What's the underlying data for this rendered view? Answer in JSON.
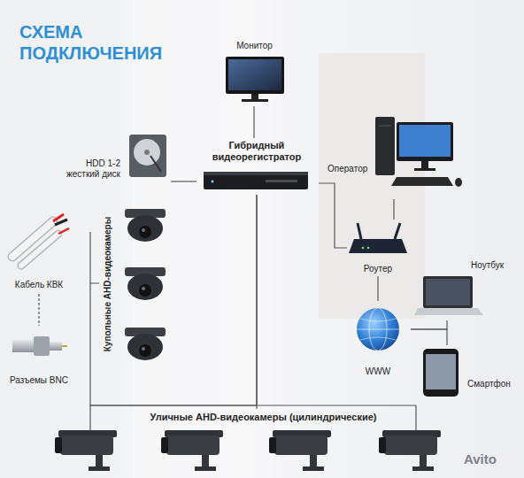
{
  "diagram": {
    "title": "СХЕМА ПОДКЛЮЧЕНИЯ",
    "nodes": [
      {
        "text": [
          "Монитор"
        ]
      },
      {
        "text": [
          "Гибридный видеорегистратор"
        ]
      },
      {
        "text": [
          "HDD 1-2 жесткий диск"
        ]
      },
      {
        "text": [
          "Оператор"
        ]
      },
      {
        "text": [
          "Роутер"
        ]
      },
      {
        "text": [
          "Ноутбук"
        ]
      },
      {
        "text": [
          "WWW"
        ]
      },
      {
        "text": [
          "Смартфон"
        ]
      },
      {
        "text": [
          "Купольные AHD-видеокамеры"
        ]
      },
      {
        "text": [
          "Уличные AHD-видеокамеры (цилиндрические)"
        ]
      },
      {
        "text": [
          "Кабель КВК"
        ]
      },
      {
        "text": [
          "Разъемы BNC"
        ]
      }
    ],
    "edges": [
      {
        "from": 0,
        "to": 1,
        "arrow": "none"
      },
      {
        "from": 2,
        "to": 1,
        "arrow": "none"
      },
      {
        "from": 1,
        "to": 4,
        "arrow": "none"
      },
      {
        "from": 3,
        "to": 4,
        "arrow": "none"
      },
      {
        "from": 4,
        "to": 6,
        "arrow": "none"
      },
      {
        "from": 6,
        "to": 5,
        "arrow": "none"
      },
      {
        "from": 6,
        "to": 7,
        "arrow": "none"
      },
      {
        "from": 1,
        "to": 8,
        "arrow": "none"
      },
      {
        "from": 1,
        "to": 9,
        "arrow": "none"
      },
      {
        "from": 10,
        "to": 11,
        "arrow": "none"
      }
    ],
    "labels": [
      "Avito"
    ]
  }
}
